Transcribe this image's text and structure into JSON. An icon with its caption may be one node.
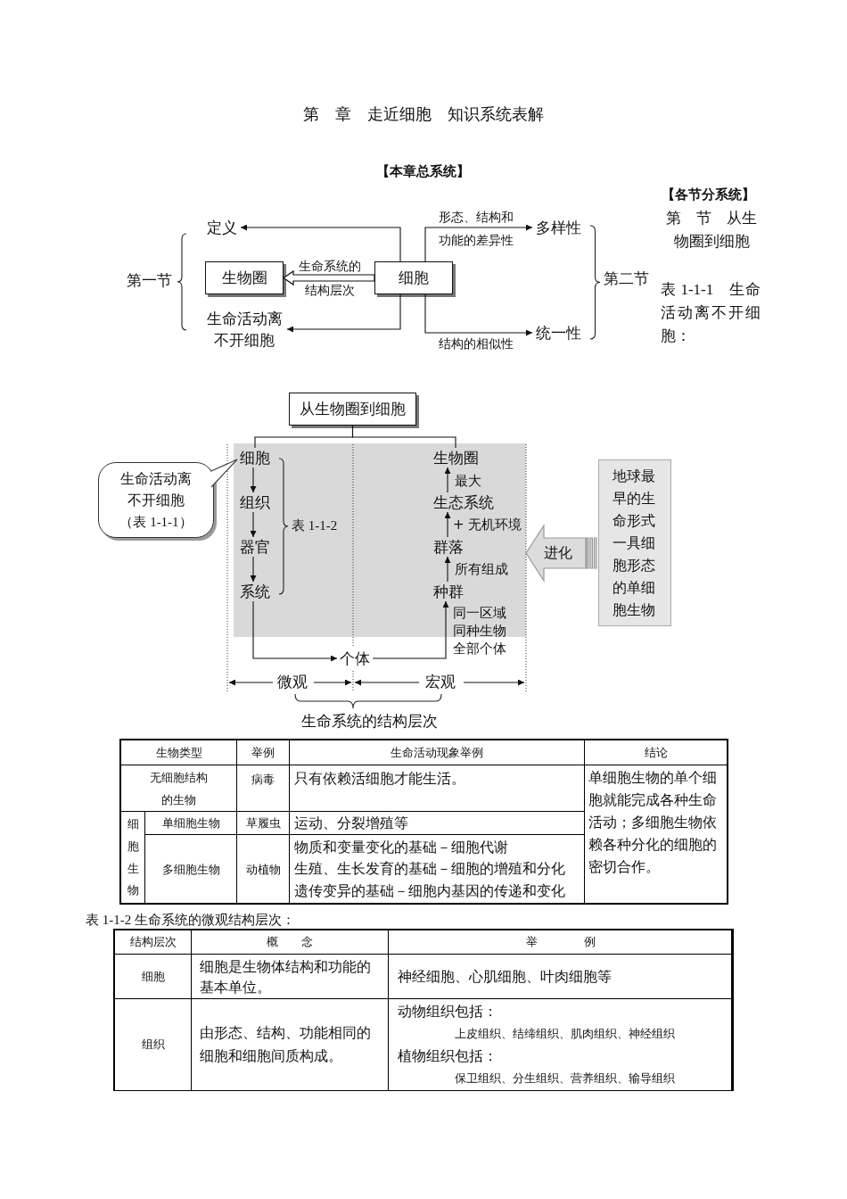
{
  "diagram": {
    "title": "第　章　走近细胞　知识系统表解",
    "nodes": [
      {
        "text": [
          "定义"
        ]
      },
      {
        "text": [
          "生物圈"
        ]
      },
      {
        "text": [
          "生命活动离不开细胞"
        ]
      },
      {
        "text": [
          "细胞"
        ]
      },
      {
        "text": [
          "多样性"
        ]
      },
      {
        "text": [
          "统一性"
        ]
      },
      {
        "text": [
          "从生物圈到细胞"
        ]
      },
      {
        "text": [
          "生命活动离不开细胞",
          "（表 1-1-1）"
        ]
      },
      {
        "text": [],
        "shape": "box"
      },
      {
        "text": [
          "细胞"
        ],
        "in": 8
      },
      {
        "text": [
          "组织"
        ],
        "in": 8
      },
      {
        "text": [
          "器官"
        ],
        "in": 8
      },
      {
        "text": [
          "系统"
        ],
        "in": 8
      },
      {
        "text": [
          "生物圈"
        ],
        "in": 8
      },
      {
        "text": [
          "生态系统"
        ],
        "in": 8
      },
      {
        "text": [
          "群落"
        ],
        "in": 8
      },
      {
        "text": [
          "种群"
        ],
        "in": 8
      },
      {
        "text": [
          "个体"
        ]
      },
      {
        "text": [
          "地球最早的生命形式一具细胞形态的单细胞生物"
        ]
      }
    ],
    "edges": [
      {
        "from": 3,
        "to": 0,
        "arrow": "to"
      },
      {
        "from": 3,
        "to": 1,
        "arrow": "to",
        "label": "生命系统的结构层次",
        "style": "thick"
      },
      {
        "from": 3,
        "to": 2,
        "arrow": "to"
      },
      {
        "from": 3,
        "to": 4,
        "arrow": "to",
        "label": "形态、结构和功能的差异性"
      },
      {
        "from": 3,
        "to": 5,
        "arrow": "to",
        "label": "结构的相似性"
      },
      {
        "from": 6,
        "to": 9,
        "arrow": "none"
      },
      {
        "from": 6,
        "to": 13,
        "arrow": "none"
      },
      {
        "from": 7,
        "to": 9,
        "arrow": "to"
      },
      {
        "from": 9,
        "to": 10,
        "arrow": "to"
      },
      {
        "from": 10,
        "to": 11,
        "arrow": "to"
      },
      {
        "from": 11,
        "to": 12,
        "arrow": "to"
      },
      {
        "from": 12,
        "to": 17,
        "arrow": "to"
      },
      {
        "from": 17,
        "to": 16,
        "arrow": "to",
        "label": "同一区域同种生物全部个体"
      },
      {
        "from": 16,
        "to": 15,
        "arrow": "to",
        "label": "所有组成"
      },
      {
        "from": 15,
        "to": 14,
        "arrow": "to",
        "label": "+ 无机环境"
      },
      {
        "from": 14,
        "to": 13,
        "arrow": "to",
        "label": "最大"
      },
      {
        "from": 18,
        "to": 8,
        "arrow": "to",
        "label": "进化",
        "style": "thick",
        "color": "#999999"
      }
    ],
    "labels": [
      "【本章总系统】",
      "【各节分系统】",
      "第　节　从生物圈到细胞",
      "第一节",
      "第二节",
      "表 1-1-1　生命活动离不开细胞：",
      "表 1-1-2",
      "微观",
      "宏观",
      "生命系统的结构层次",
      "生物类型",
      "举例",
      "生命活动现象举例",
      "结论",
      "无细胞结构的生物",
      "病毒",
      "只有依赖活细胞才能生活。",
      "细胞生物",
      "单细胞生物",
      "草履虫",
      "运动、分裂增殖等",
      "多细胞生物",
      "动植物",
      "物质和变量变化的基础－细胞代谢",
      "生殖、生长发育的基础－细胞的增殖和分化",
      "遗传变异的基础－细胞内基因的传递和变化",
      "单细胞生物的单个细胞就能完成各种生命活动；多细胞生物依赖各种分化的细胞的密切合作。",
      "表 1-1-2 生命系统的微观结构层次：",
      "结构层次",
      "概　　念",
      "举　　　　例",
      "细胞",
      "细胞是生物体结构和功能的基本单位。",
      "神经细胞、心肌细胞、叶肉细胞等",
      "组织",
      "由形态、结构、功能相同的细胞和细胞间质构成。",
      "动物组织包括：",
      "上皮组织、结缔组织、肌肉组织、神经组织",
      "植物组织包括：",
      "保卫组织、分生组织、营养组织、输导组织"
    ]
  }
}
